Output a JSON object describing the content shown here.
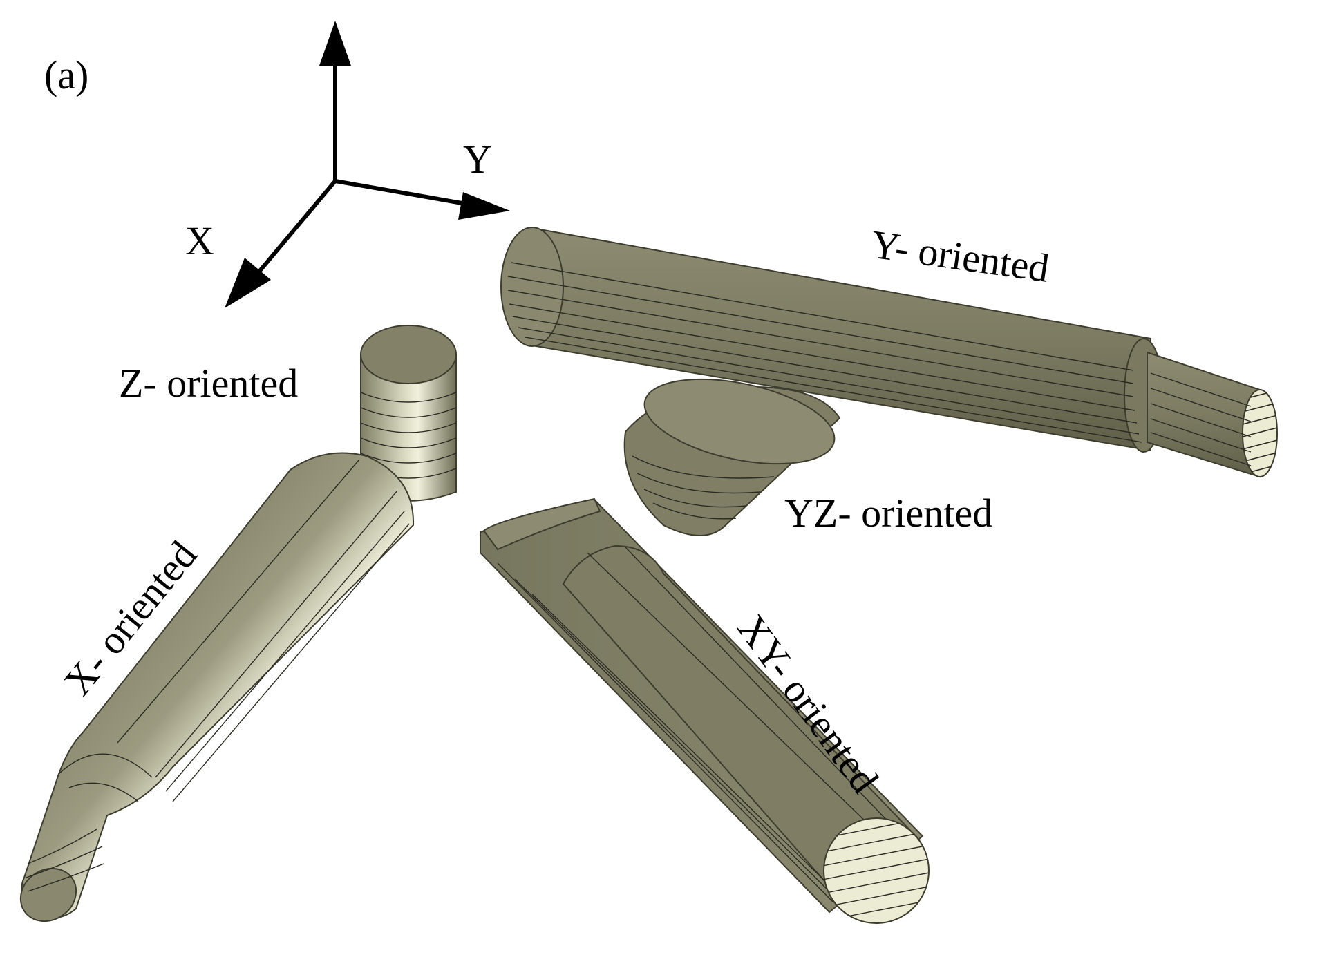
{
  "panel_label": "(a)",
  "axes": {
    "x": "X",
    "y": "Y"
  },
  "parts": {
    "y_oriented": "Y- oriented",
    "z_oriented": "Z- oriented",
    "yz_oriented": "YZ- oriented",
    "x_oriented": "X- oriented",
    "xy_oriented": "XY- oriented"
  },
  "colors": {
    "part_body": "#838268",
    "part_light": "#bdbca2",
    "part_dark": "#56553f",
    "layer_line": "#2a2a22",
    "cut_face": "#ecebd3"
  }
}
